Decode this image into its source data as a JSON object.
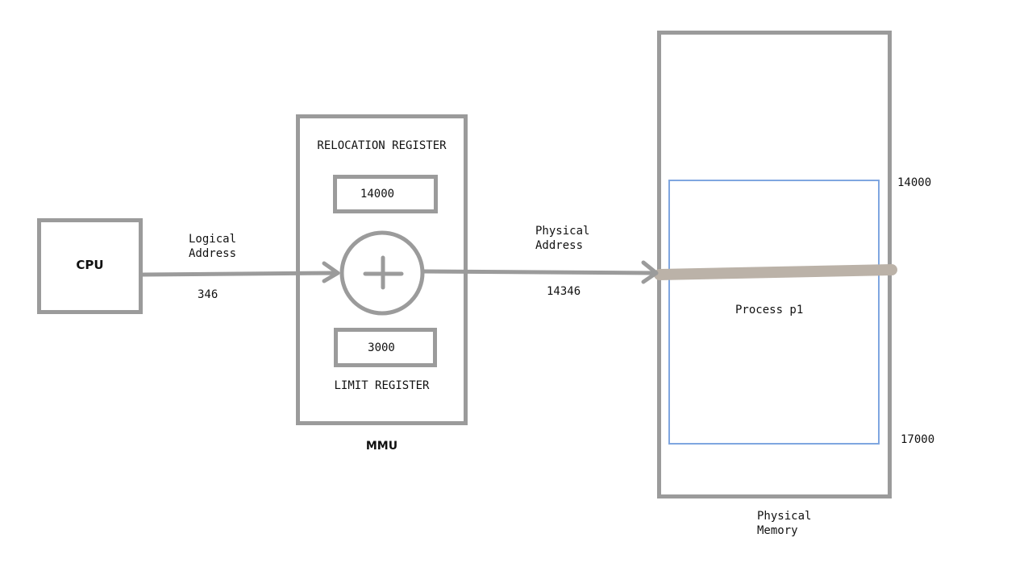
{
  "cpu": {
    "label": "CPU"
  },
  "logical_address": {
    "label": "Logical\nAddress",
    "value": "346"
  },
  "mmu": {
    "label": "MMU",
    "relocation_register": {
      "label": "RELOCATION REGISTER",
      "value": "14000"
    },
    "limit_register": {
      "label": "LIMIT REGISTER",
      "value": "3000"
    },
    "adder_icon": "plus-circle-icon"
  },
  "physical_address": {
    "label": "Physical\nAddress",
    "value": "14346"
  },
  "physical_memory": {
    "label": "Physical\nMemory",
    "process": {
      "label": "Process p1"
    },
    "start_marker": "14000",
    "end_marker": "17000"
  },
  "colors": {
    "outline": "#9b9b9b",
    "process_border": "#7fa6e0",
    "access_bar": "#bbb2a8"
  }
}
